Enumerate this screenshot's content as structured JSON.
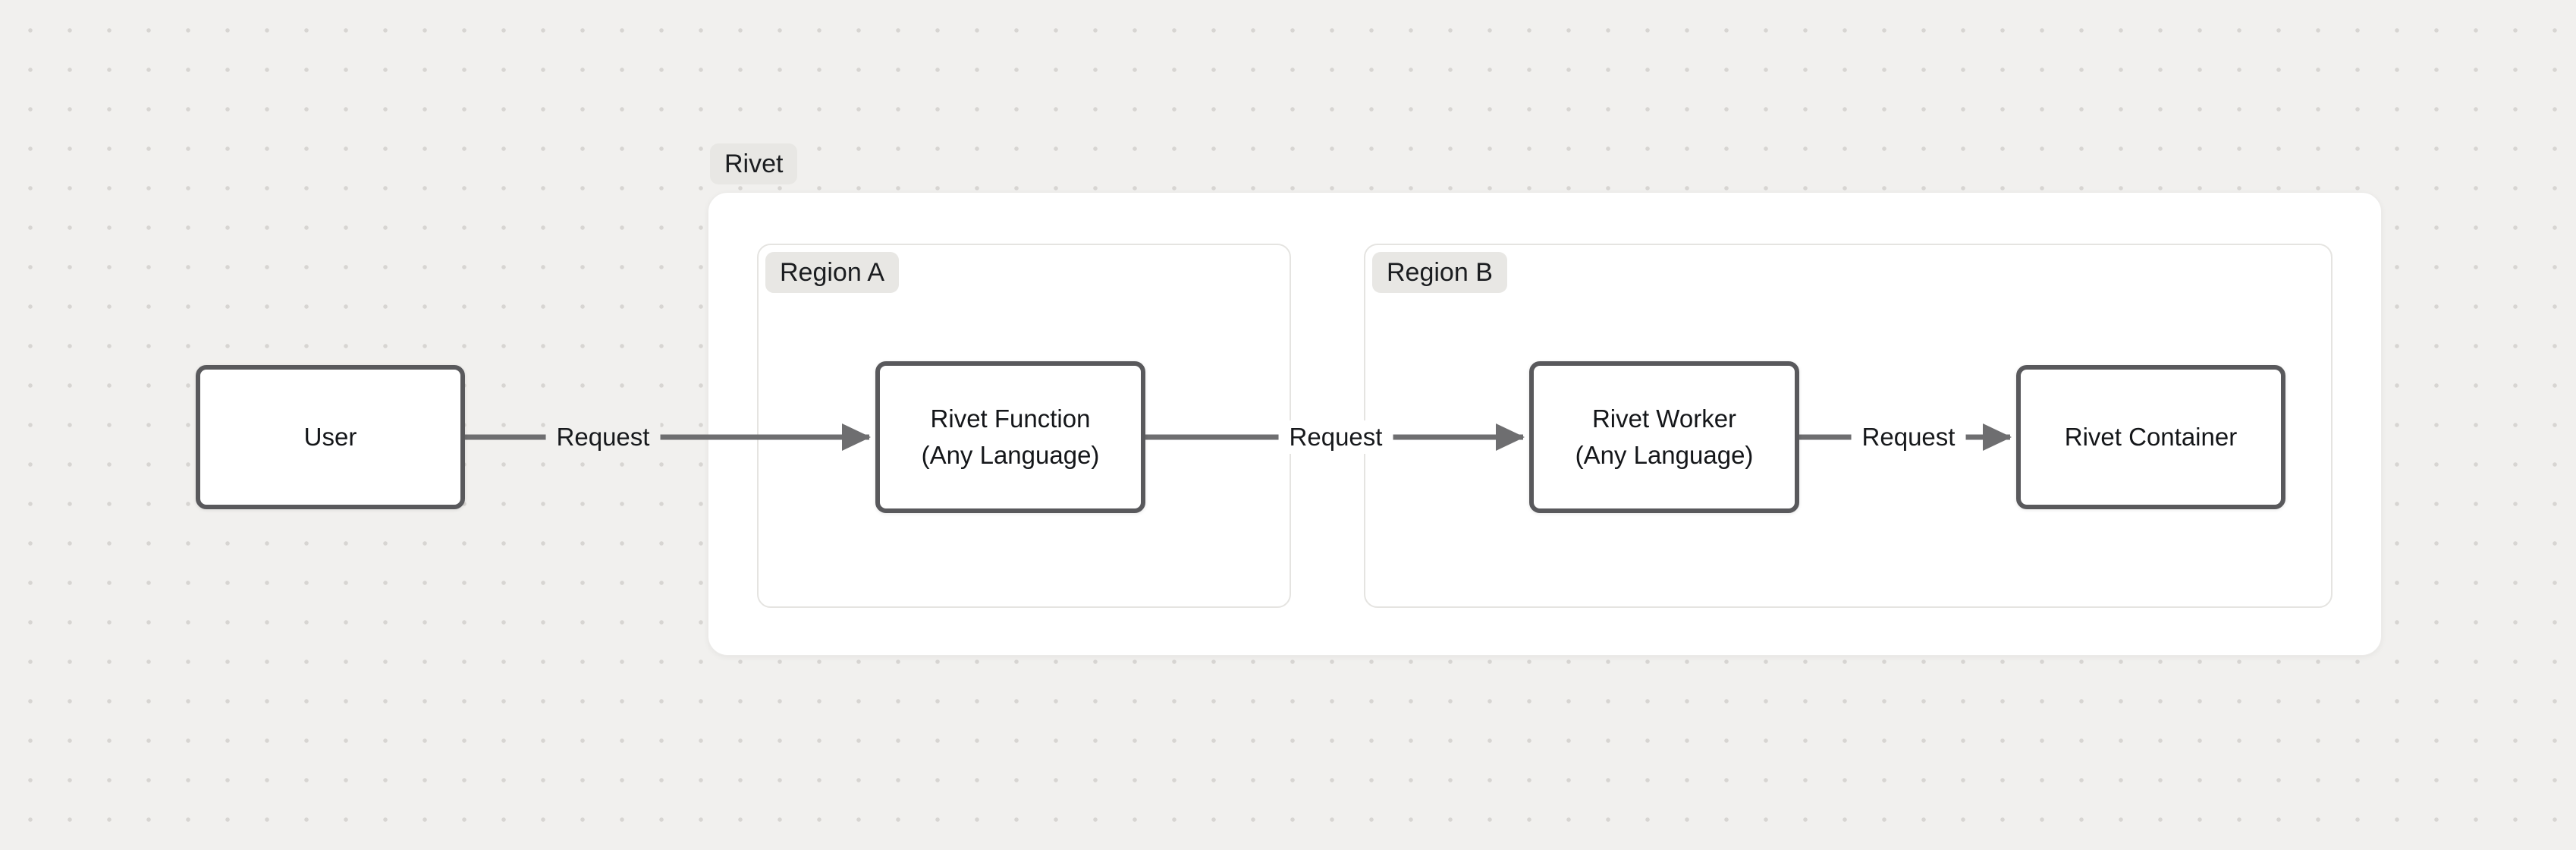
{
  "diagram": {
    "groups": {
      "rivet": {
        "label": "Rivet"
      },
      "region_a": {
        "label": "Region A"
      },
      "region_b": {
        "label": "Region B"
      }
    },
    "nodes": {
      "user": {
        "label": "User"
      },
      "rivet_function": {
        "label_line1": "Rivet Function",
        "label_line2": "(Any Language)"
      },
      "rivet_worker": {
        "label_line1": "Rivet Worker",
        "label_line2": "(Any Language)"
      },
      "rivet_container": {
        "label": "Rivet Container"
      }
    },
    "edges": [
      {
        "from": "user",
        "to": "rivet_function",
        "label": "Request"
      },
      {
        "from": "rivet_function",
        "to": "rivet_worker",
        "label": "Request"
      },
      {
        "from": "rivet_worker",
        "to": "rivet_container",
        "label": "Request"
      }
    ],
    "colors": {
      "page_background": "#f1f0ee",
      "dot_grid": "#d7d5d2",
      "node_border": "#59595c",
      "edge_stroke": "#6e6e70",
      "badge_background": "#e8e7e4",
      "group_border": "#e5e4e1",
      "text": "#17191c"
    }
  }
}
